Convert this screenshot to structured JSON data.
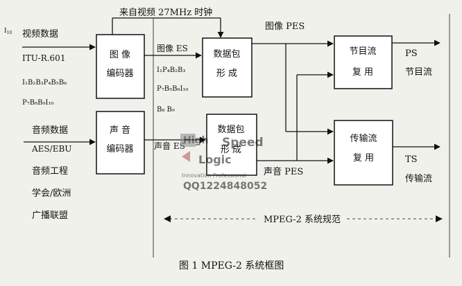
{
  "figure": {
    "caption": "图 1  MPEG-2 系统框图",
    "clock_label": "来自视频 27MHz 时钟",
    "spec_label": "MPEG-2 系统规范"
  },
  "inputs": {
    "video": {
      "label": "I",
      "label_sub": "10",
      "title": "视频数据",
      "standard": "ITU-R.601",
      "seq1": "I₁B₂B₃P₄B₅B₆",
      "seq2": "P₇B₈B₉I₁₀"
    },
    "audio": {
      "title": "音频数据",
      "line1": "AES/EBU",
      "line2": "音频工程",
      "line3": "学会/欧洲",
      "line4": "广播联盟"
    }
  },
  "blocks": {
    "video_encoder": [
      "图  像",
      "编码器"
    ],
    "audio_encoder": [
      "声  音",
      "编码器"
    ],
    "video_packetizer": [
      "数据包",
      "形  成"
    ],
    "audio_packetizer": [
      "数据包",
      "形  成"
    ],
    "ps_mux": [
      "节目流",
      "复  用"
    ],
    "ts_mux": [
      "传输流",
      "复  用"
    ]
  },
  "signals": {
    "video_es": "图像 ES",
    "video_es_seq1": "I₁P₄B₂B₃",
    "video_es_seq2": "P₇B₅B₆I₁₀",
    "video_es_seq3": "B₈  B₉",
    "video_pes": "图像 PES",
    "audio_es": "声音 ES",
    "audio_pes": "声音 PES"
  },
  "outputs": {
    "ps": {
      "code": "PS",
      "name": "节目流"
    },
    "ts": {
      "code": "TS",
      "name": "传输流"
    }
  },
  "watermark": {
    "brand1": "High",
    "brand2": "Speed",
    "brand3": "Logic",
    "tagline": "Innovation Professional",
    "qq": "QQ1224848052"
  }
}
